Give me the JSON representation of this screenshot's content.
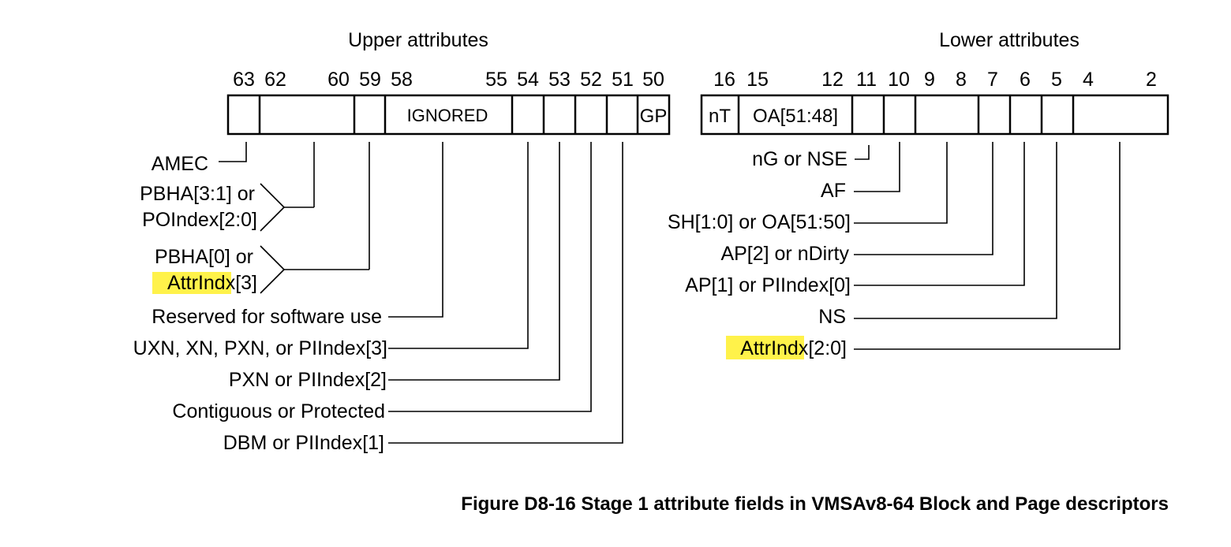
{
  "headings": {
    "upper": "Upper attributes",
    "lower": "Lower attributes"
  },
  "upper_bit_numbers": [
    "63",
    "62",
    "60",
    "59",
    "58",
    "55",
    "54",
    "53",
    "52",
    "51",
    "50"
  ],
  "lower_bit_numbers": [
    "16",
    "15",
    "12",
    "11",
    "10",
    "9",
    "8",
    "7",
    "6",
    "5",
    "4",
    "2"
  ],
  "upper_fields": {
    "ignored": "IGNORED",
    "gp": "GP"
  },
  "lower_fields": {
    "nt": "nT",
    "oa": "OA[51:48]"
  },
  "upper_labels": {
    "amec": "AMEC",
    "pbha_line1": "PBHA[3:1] or",
    "pbha_line2": "POIndex[2:0]",
    "pbha0_line1": "PBHA[0] or",
    "attrindx3_highlight": "AttrIndx",
    "attrindx3_suffix": "[3]",
    "reserved": "Reserved for software use",
    "uxn": "UXN, XN, PXN, or PIIndex[3]",
    "pxn": "PXN or PIIndex[2]",
    "contiguous": "Contiguous or Protected",
    "dbm": "DBM or PIIndex[1]"
  },
  "lower_labels": {
    "ng": "nG or NSE",
    "af": "AF",
    "sh": "SH[1:0] or OA[51:50]",
    "ap2": "AP[2] or nDirty",
    "ap1": "AP[1] or PIIndex[0]",
    "ns": "NS",
    "attrindx_highlight": "AttrIndx",
    "attrindx_suffix": "[2:0]"
  },
  "caption": "Figure D8-16 Stage 1 attribute fields in VMSAv8-64 Block and Page descriptors",
  "colors": {
    "highlight": "#fff24a",
    "line": "#000000",
    "background": "#ffffff"
  }
}
